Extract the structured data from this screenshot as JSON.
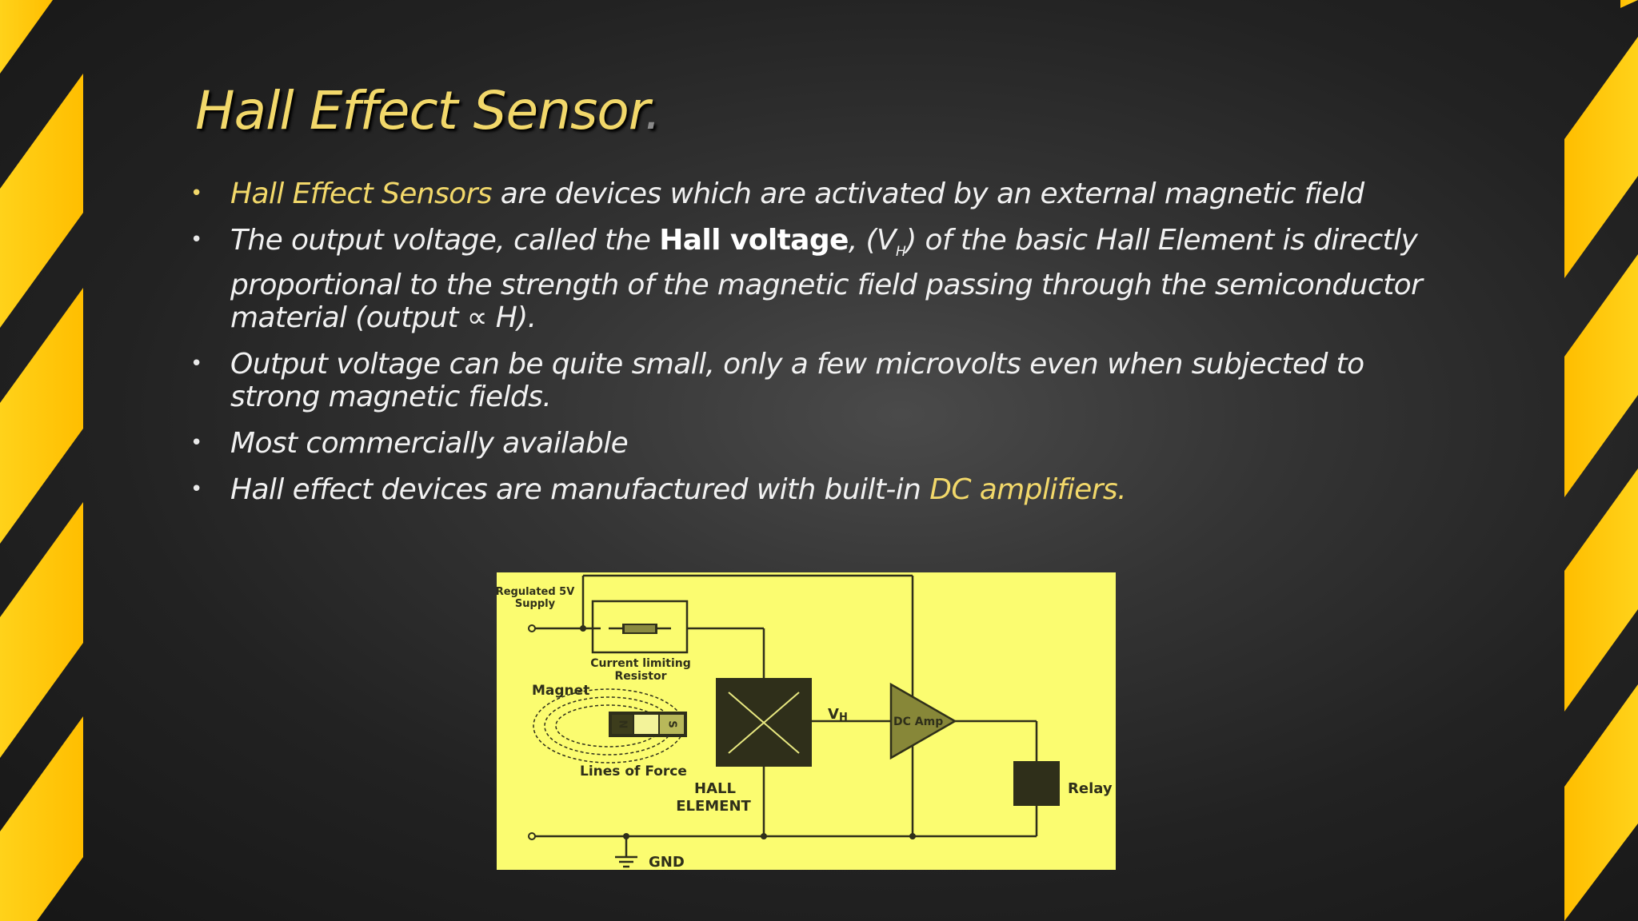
{
  "slide": {
    "title": "Hall Effect Sensor",
    "title_dot": ".",
    "colors": {
      "accent": "#f2d86a",
      "text": "#f1f1f1",
      "background": "#2a2a2a",
      "stripe_yellow": "#ffd400",
      "diagram_bg": "#fbfc70",
      "diagram_ink": "#2f2f1a"
    }
  },
  "bullets": [
    {
      "highlight": "Hall Effect Sensors",
      "text": " are devices which are activated by an external  magnetic field"
    },
    {
      "text_before": "The output voltage, called the ",
      "bold": "Hall voltage",
      "text_mid": ", (V",
      "subscript": "H",
      "text_after": ") of the basic Hall Element is directly proportional to the strength of the magnetic field passing through the semiconductor material (output ∝ H)."
    },
    {
      "text": "Output voltage can be quite small, only a few microvolts even when subjected to strong magnetic fields."
    },
    {
      "text": "Most commercially available"
    },
    {
      "text": "Hall effect devices are manufactured  with built-in ",
      "highlight": "DC amplifiers."
    }
  ],
  "diagram": {
    "supply_label_line1": "Regulated 5V",
    "supply_label_line2": "Supply",
    "resistor_label_line1": "Current limiting",
    "resistor_label_line2": "Resistor",
    "magnet_label": "Magnet",
    "magnet_n": "N",
    "magnet_s": "S",
    "lines_of_force_label": "Lines of Force",
    "hall_label_line1": "HALL",
    "hall_label_line2": "ELEMENT",
    "vh_label": "V",
    "vh_sub": "H",
    "amp_label": "DC Amp",
    "relay_label": "Relay",
    "gnd_label": "GND"
  }
}
